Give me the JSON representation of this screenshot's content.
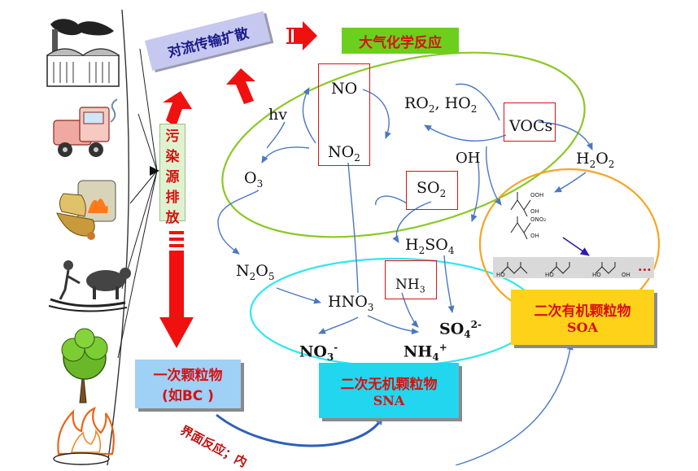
{
  "boxes": {
    "convection": "对流传输扩散",
    "atmos_chem": "大气化学反应",
    "emission_chars": [
      "污",
      "染",
      "源",
      "排",
      "放"
    ],
    "primary_line1": "一次颗粒物",
    "primary_line2": "(如BC )",
    "sna_line1": "二次无机颗粒物",
    "sna_line2": "SNA",
    "soa_line1": "二次有机颗粒物",
    "soa_line2": "SOA",
    "interface": "界面反应；内"
  },
  "species": {
    "no": "NO",
    "no2": "NO",
    "no2_sub": "2",
    "hv": "hv",
    "o3": "O",
    "o3_sub": "3",
    "ro2": "RO",
    "ro2_sub": "2",
    "ro2_tail": ", HO",
    "ho2_sub": "2",
    "vocs": "VOCs",
    "oh": "OH",
    "h2o2_a": "H",
    "h2o2_sub1": "2",
    "h2o2_b": "O",
    "h2o2_sub2": "2",
    "so2": "SO",
    "so2_sub": "2",
    "h2so4_a": "H",
    "h2so4_sub1": "2",
    "h2so4_b": "SO",
    "h2so4_sub2": "4",
    "n2o5_a": "N",
    "n2o5_sub1": "2",
    "n2o5_b": "O",
    "n2o5_sub2": "5",
    "hno3": "HNO",
    "hno3_sub": "3",
    "nh3": "NH",
    "nh3_sub": "3",
    "no3ion": "NO",
    "no3ion_sub": "3",
    "no3ion_sup": "-",
    "nh4": "NH",
    "nh4_sub": "4",
    "nh4_sup": "+",
    "so4": "SO",
    "so4_sub": "4",
    "so4_sup": "2-",
    "ellipsis": "..."
  },
  "colors": {
    "arrow_red": "#f01010",
    "green_loop": "#8ac926",
    "cyan_loop": "#33e6f0",
    "orange_loop": "#f5a623",
    "blue_arrow": "#4a78c4",
    "convection_fill": "#c6c8f0",
    "atmos_fill": "#6ccf1e",
    "primary_fill": "#9fd0f5",
    "sna_fill": "#22d6ef",
    "soa_fill": "#ffd21a"
  },
  "icons": [
    "factory-icon",
    "truck-icon",
    "cooking-stove-icon",
    "farmer-plow-icon",
    "tree-icon",
    "fire-icon"
  ]
}
